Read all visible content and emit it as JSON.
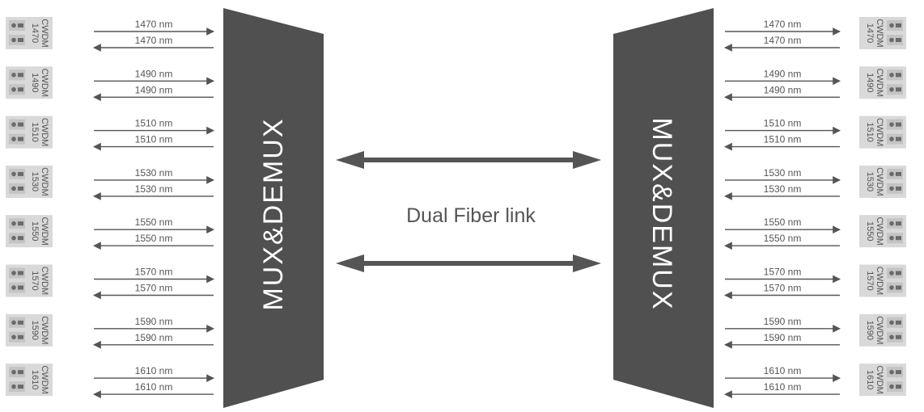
{
  "link_label": "Dual Fiber link",
  "left_mux": {
    "label": "MUX&DEMUX",
    "color": "#505050"
  },
  "right_mux": {
    "label": "MUX&DEMUX",
    "color": "#505050"
  },
  "colors": {
    "line": "#555555",
    "module_body": "#d9d9d9",
    "module_dark": "#6a6a6a",
    "text": "#555555",
    "mux_text": "#ffffff"
  },
  "channels": [
    {
      "module_name": "CWDM",
      "module_wavelength": "1470",
      "tx_label": "1470 nm",
      "rx_label": "1470 nm"
    },
    {
      "module_name": "CWDM",
      "module_wavelength": "1490",
      "tx_label": "1490 nm",
      "rx_label": "1490 nm"
    },
    {
      "module_name": "CWDM",
      "module_wavelength": "1510",
      "tx_label": "1510 nm",
      "rx_label": "1510 nm"
    },
    {
      "module_name": "CWDM",
      "module_wavelength": "1530",
      "tx_label": "1530 nm",
      "rx_label": "1530 nm"
    },
    {
      "module_name": "CWDM",
      "module_wavelength": "1550",
      "tx_label": "1550 nm",
      "rx_label": "1550 nm"
    },
    {
      "module_name": "CWDM",
      "module_wavelength": "1570",
      "tx_label": "1570 nm",
      "rx_label": "1570 nm"
    },
    {
      "module_name": "CWDM",
      "module_wavelength": "1590",
      "tx_label": "1590 nm",
      "rx_label": "1590 nm"
    },
    {
      "module_name": "CWDM",
      "module_wavelength": "1610",
      "tx_label": "1610 nm",
      "rx_label": "1610 nm"
    }
  ]
}
